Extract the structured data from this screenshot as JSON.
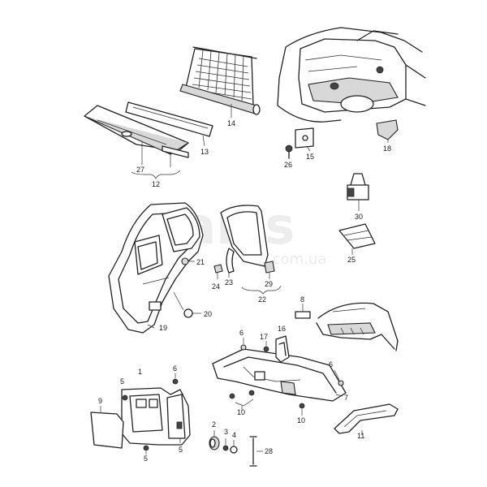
{
  "watermark": {
    "main": "parts",
    "sub": ".com.ua"
  },
  "callouts": [
    {
      "id": "c14",
      "text": "14"
    },
    {
      "id": "c13",
      "text": "13"
    },
    {
      "id": "c27",
      "text": "27"
    },
    {
      "id": "c12",
      "text": "12"
    },
    {
      "id": "c15",
      "text": "15"
    },
    {
      "id": "c26",
      "text": "26"
    },
    {
      "id": "c18",
      "text": "18"
    },
    {
      "id": "c30",
      "text": "30"
    },
    {
      "id": "c25",
      "text": "25"
    },
    {
      "id": "c21",
      "text": "21"
    },
    {
      "id": "c24",
      "text": "24"
    },
    {
      "id": "c23",
      "text": "23"
    },
    {
      "id": "c20",
      "text": "20"
    },
    {
      "id": "c19",
      "text": "19"
    },
    {
      "id": "c29",
      "text": "29"
    },
    {
      "id": "c22",
      "text": "22"
    },
    {
      "id": "c8",
      "text": "8"
    },
    {
      "id": "c6a",
      "text": "6"
    },
    {
      "id": "c17",
      "text": "17"
    },
    {
      "id": "c16",
      "text": "16"
    },
    {
      "id": "c6b",
      "text": "6"
    },
    {
      "id": "c7",
      "text": "7"
    },
    {
      "id": "c10a",
      "text": "10"
    },
    {
      "id": "c10b",
      "text": "10"
    },
    {
      "id": "c11",
      "text": "11"
    },
    {
      "id": "c6c",
      "text": "6"
    },
    {
      "id": "c1",
      "text": "1"
    },
    {
      "id": "c5a",
      "text": "5"
    },
    {
      "id": "c9",
      "text": "9"
    },
    {
      "id": "c5b",
      "text": "5"
    },
    {
      "id": "c5c",
      "text": "5"
    },
    {
      "id": "c2",
      "text": "2"
    },
    {
      "id": "c3",
      "text": "3"
    },
    {
      "id": "c4",
      "text": "4"
    },
    {
      "id": "c28",
      "text": "28"
    }
  ]
}
